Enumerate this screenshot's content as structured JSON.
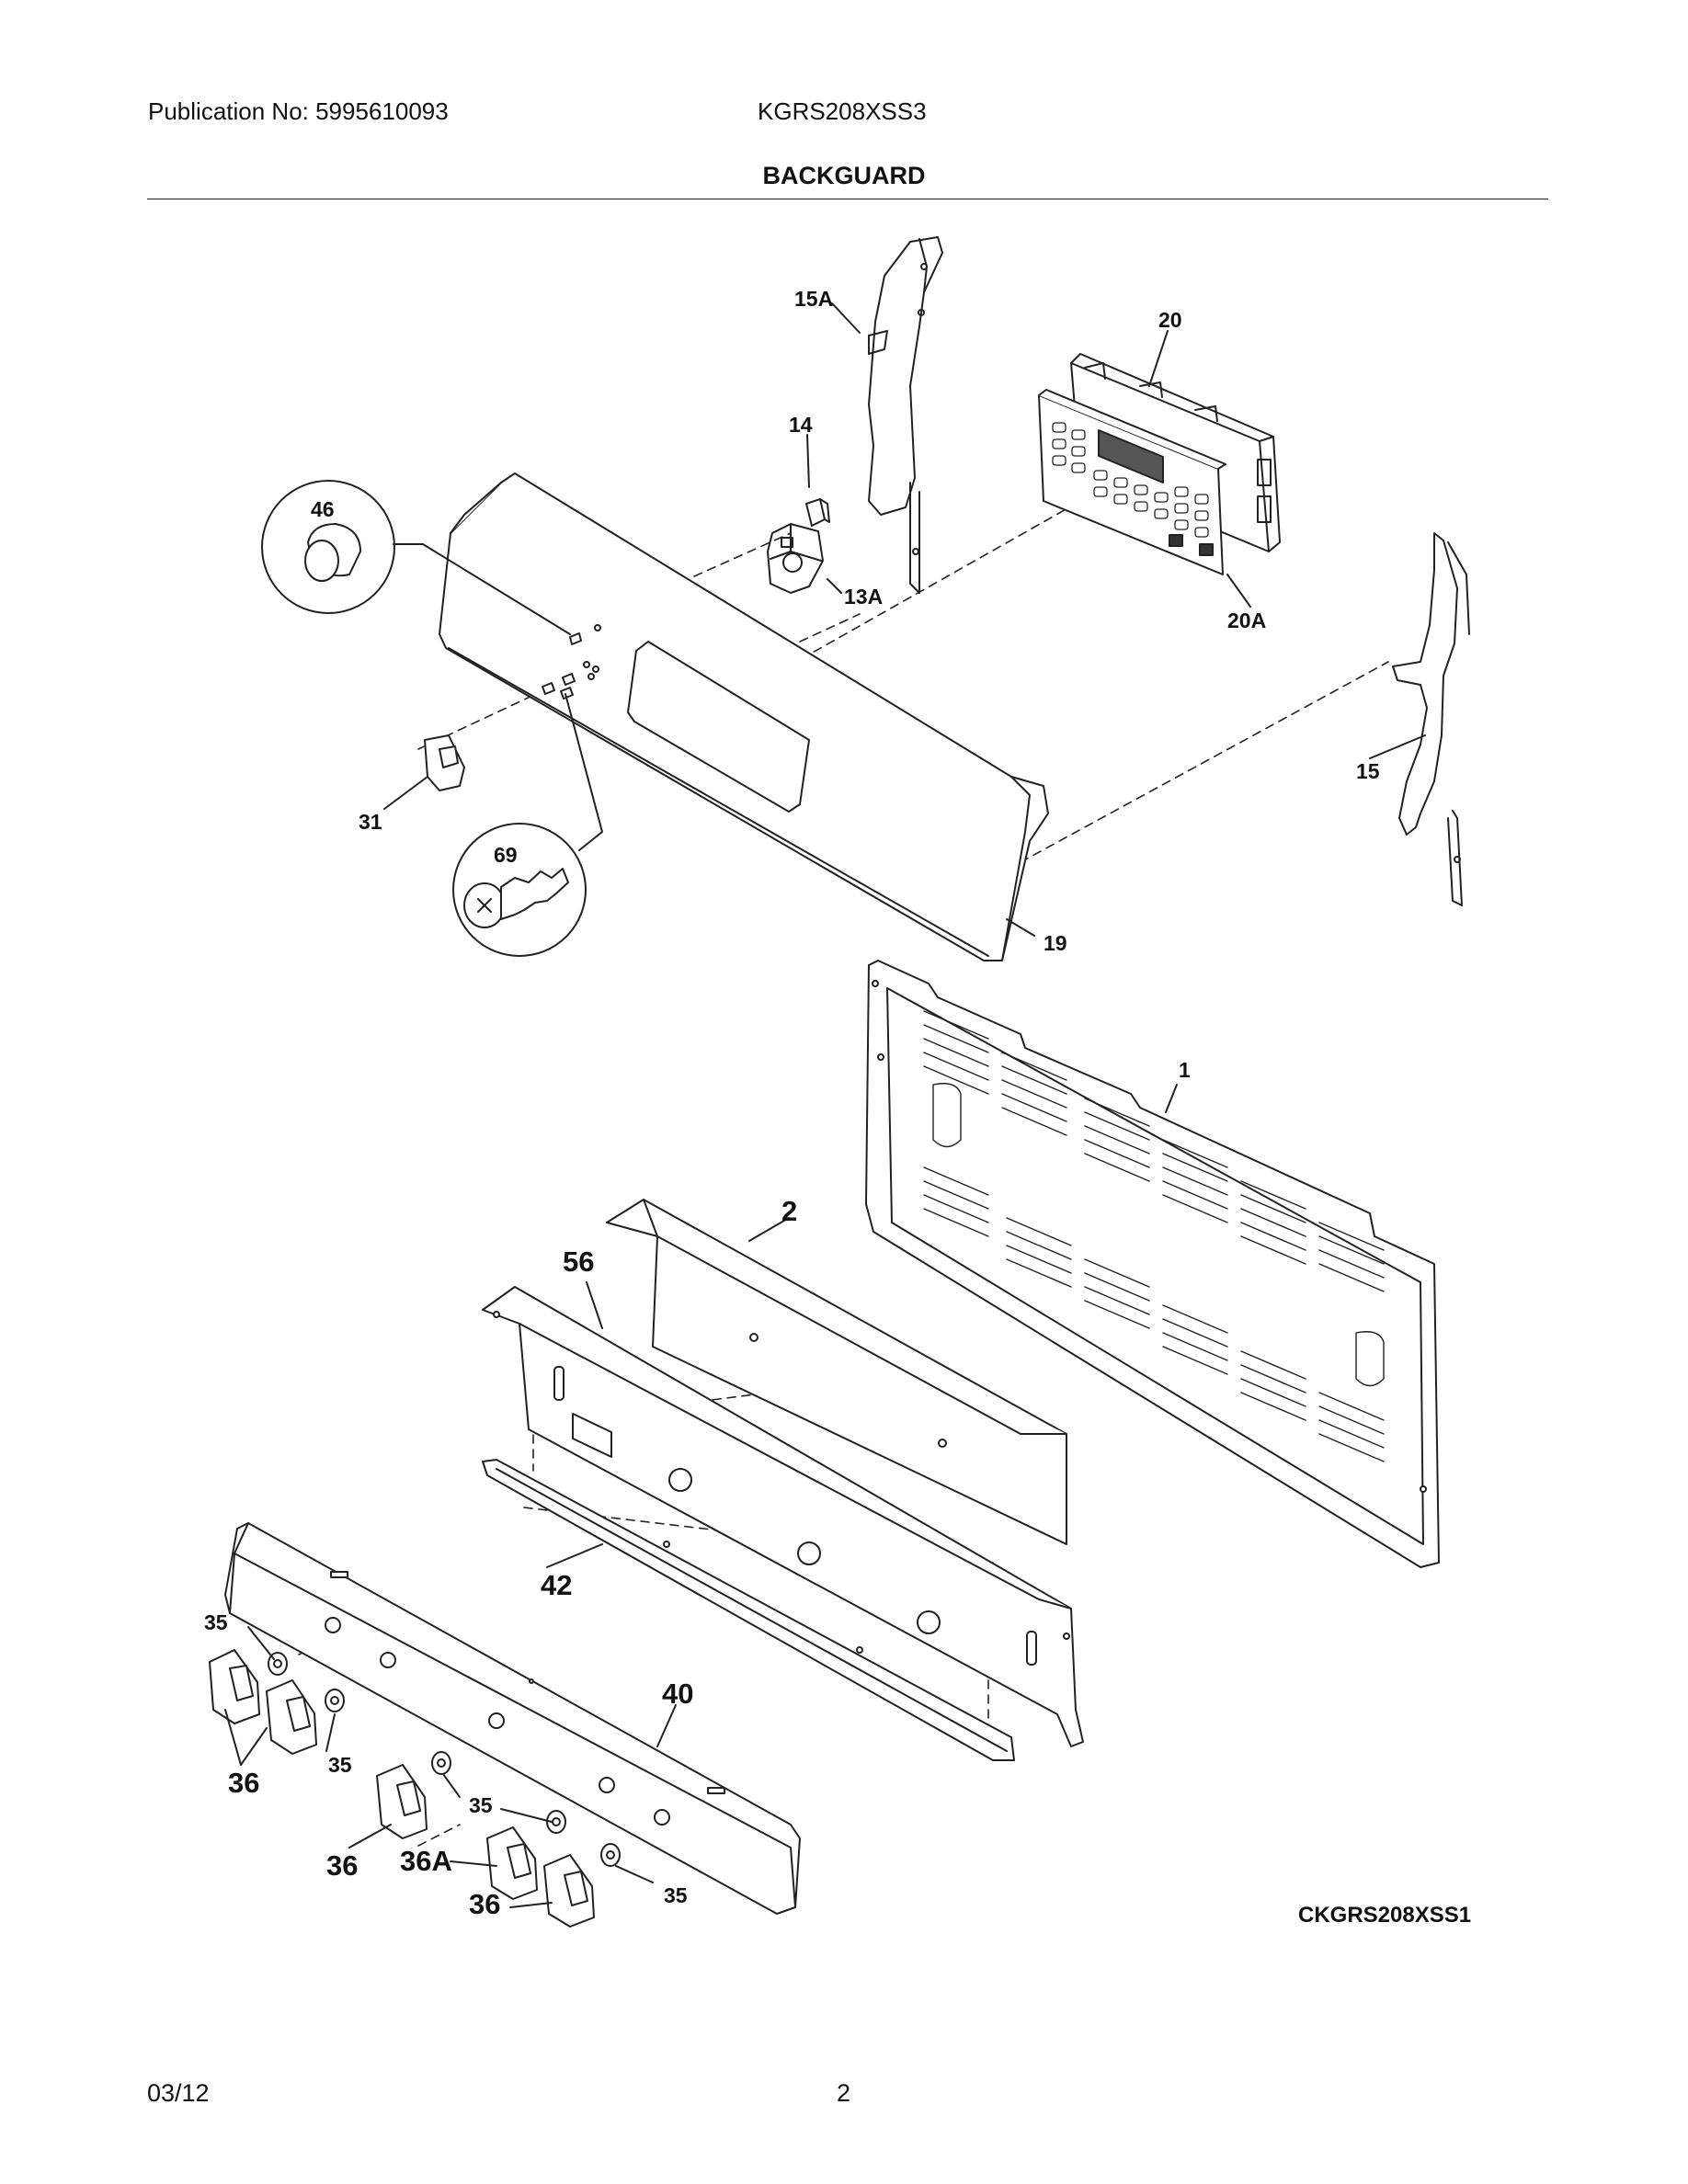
{
  "header": {
    "publication": "Publication No: 5995610093",
    "model": "KGRS208XSS3"
  },
  "section_title": "BACKGUARD",
  "diagram_code": "CKGRS208XSS1",
  "footer": {
    "date": "03/12",
    "page": "2"
  },
  "callouts": {
    "c15A": "15A",
    "c20": "20",
    "c14": "14",
    "c46": "46",
    "c13A": "13A",
    "c20A": "20A",
    "c15": "15",
    "c31": "31",
    "c69": "69",
    "c19": "19",
    "c1": "1",
    "c2": "2",
    "c56": "56",
    "c42": "42",
    "c35a": "35",
    "c40": "40",
    "c36a": "36",
    "c35b": "35",
    "c35c": "35",
    "c36b": "36",
    "c36A": "36A",
    "c36c": "36",
    "c35d": "35"
  }
}
